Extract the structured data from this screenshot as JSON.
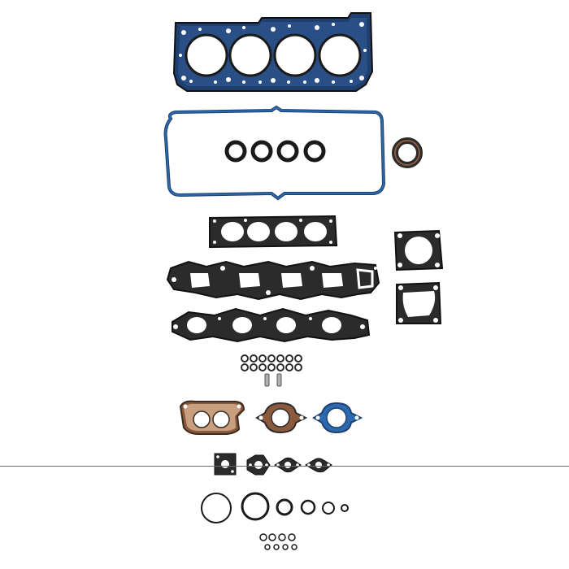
{
  "image": {
    "kind": "product photo",
    "background": "#ffffff",
    "colors": {
      "gasket_black": "#2b2b2b",
      "gasket_blue": "#2c6ab0",
      "gasket_dark_blue": "#1f3f6e",
      "gasket_brown": "#8b5a3c",
      "gasket_tan": "#c8a080",
      "divider": "#6a6a6a"
    },
    "items": [
      "cylinder-head-gasket",
      "valve-cover-gasket",
      "spark-plug-tube-seals",
      "camshaft-seal",
      "intake-gasket",
      "throttle-body-gasket",
      "iac-gasket",
      "intake-manifold-gasket",
      "exhaust-manifold-gasket",
      "valve-stem-seals",
      "dowel-pins",
      "exhaust-pipe-flange-gasket",
      "thermostat-housing-gasket",
      "water-outlet-gasket",
      "small-flange-gaskets",
      "o-rings",
      "small-o-rings"
    ]
  }
}
